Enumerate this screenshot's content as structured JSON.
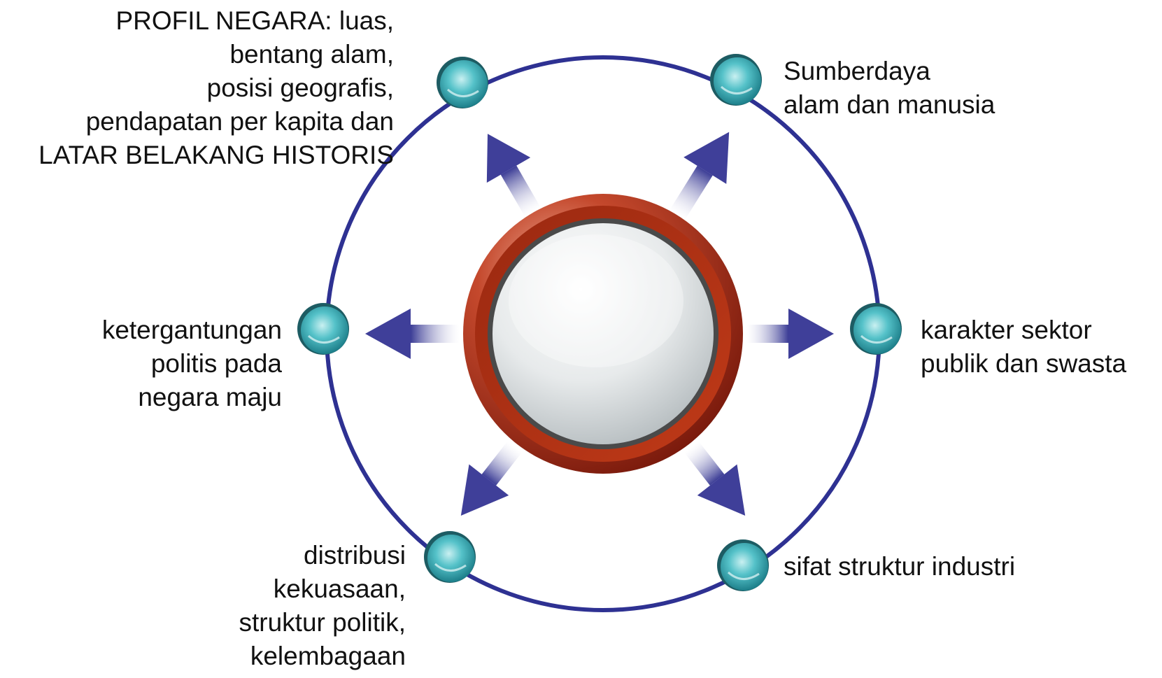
{
  "diagram": {
    "center_label": "",
    "nodes": [
      {
        "id": "profil",
        "lines": [
          "PROFIL NEGARA: luas,",
          "bentang  alam,",
          "posisi geografis,",
          "pendapatan per kapita dan",
          "LATAR BELAKANG HISTORIS"
        ]
      },
      {
        "id": "sumberdaya",
        "lines": [
          "Sumberdaya",
          "alam dan manusia"
        ]
      },
      {
        "id": "karakter",
        "lines": [
          "karakter sektor",
          "publik dan swasta"
        ]
      },
      {
        "id": "sifat",
        "lines": [
          "sifat struktur industri"
        ]
      },
      {
        "id": "distribusi",
        "lines": [
          "distribusi",
          "kekuasaan,",
          "struktur politik,",
          "kelembagaan"
        ]
      },
      {
        "id": "ketergantungan",
        "lines": [
          "ketergantungan",
          "politis pada",
          "negara maju"
        ]
      }
    ]
  },
  "colors": {
    "ring": "#2e3192",
    "arrow": "#3f3f99",
    "node_teal": "#3fb7bf",
    "center_red": "#b8301a",
    "center_silver": "#e6e9ea"
  }
}
